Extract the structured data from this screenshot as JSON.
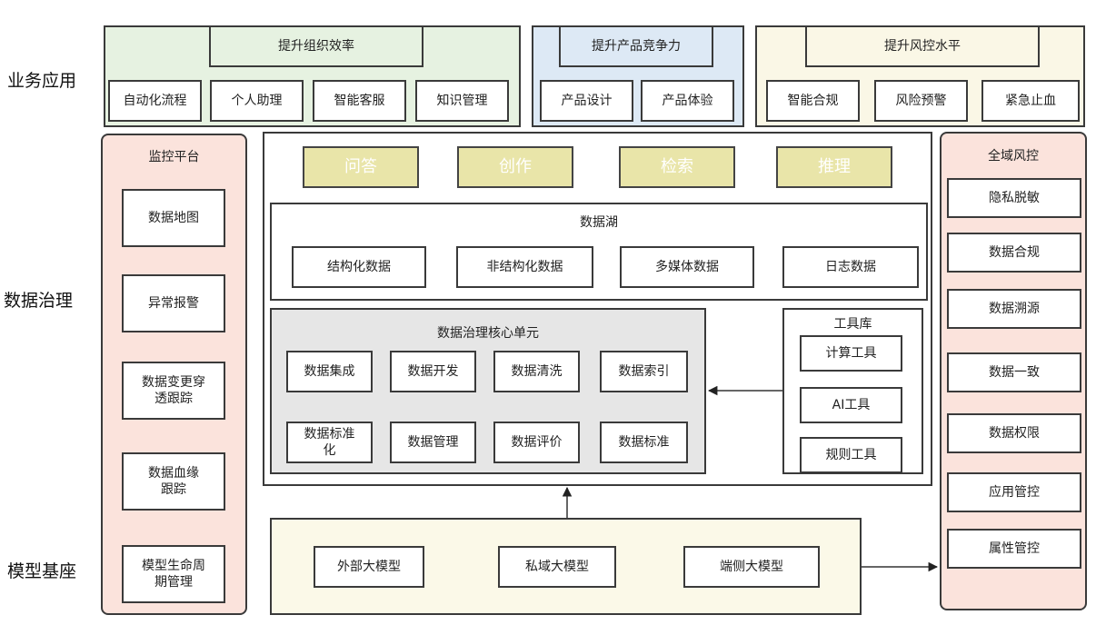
{
  "layers": {
    "business": "业务应用",
    "governance": "数据治理",
    "model_base": "模型基座"
  },
  "top_groups": [
    {
      "title": "提升组织效率",
      "items": [
        "自动化流程",
        "个人助理",
        "智能客服",
        "知识管理"
      ]
    },
    {
      "title": "提升产品竞争力",
      "items": [
        "产品设计",
        "产品体验"
      ]
    },
    {
      "title": "提升风控水平",
      "items": [
        "智能合规",
        "风险预警",
        "紧急止血"
      ]
    }
  ],
  "monitor": {
    "title": "监控平台",
    "items": [
      "数据地图",
      "异常报警",
      "数据变更穿透跟踪",
      "数据血缘跟踪",
      "模型生命周期管理"
    ]
  },
  "capabilities": [
    "问答",
    "创作",
    "检索",
    "推理"
  ],
  "data_lake": {
    "title": "数据湖",
    "items": [
      "结构化数据",
      "非结构化数据",
      "多媒体数据",
      "日志数据"
    ]
  },
  "core_unit": {
    "title": "数据治理核心单元",
    "items": [
      "数据集成",
      "数据开发",
      "数据清洗",
      "数据索引",
      "数据标准化",
      "数据管理",
      "数据评价",
      "数据标准"
    ]
  },
  "toolbox": {
    "title": "工具库",
    "items": [
      "计算工具",
      "AI工具",
      "规则工具"
    ]
  },
  "risk": {
    "title": "全域风控",
    "items": [
      "隐私脱敏",
      "数据合规",
      "数据溯源",
      "数据一致",
      "数据权限",
      "应用管控",
      "属性管控"
    ]
  },
  "models": [
    "外部大模型",
    "私域大模型",
    "端侧大模型"
  ],
  "colors": {
    "green_panel": "#e6f2e1",
    "blue_panel": "#dde9f5",
    "cream_panel": "#faf7e6",
    "pink_panel": "#fbe3dc",
    "gray_panel": "#e6e6e6",
    "model_panel": "#fbf9e8",
    "capability": "#e9e5a9"
  }
}
